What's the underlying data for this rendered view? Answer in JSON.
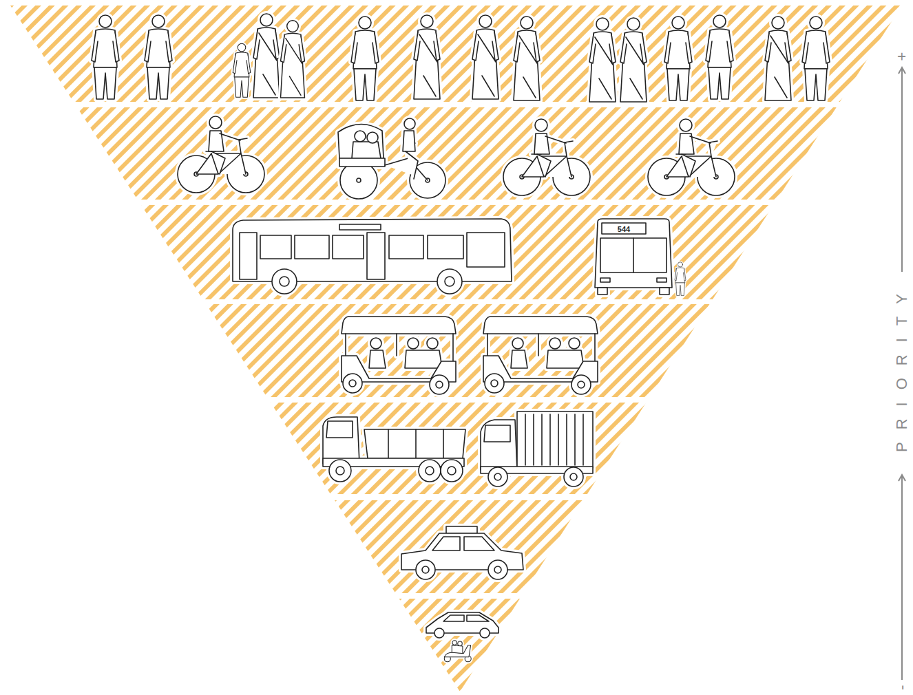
{
  "diagram": {
    "labels": [
      "+",
      "PRIORITY",
      "-",
      "544"
    ]
  }
}
